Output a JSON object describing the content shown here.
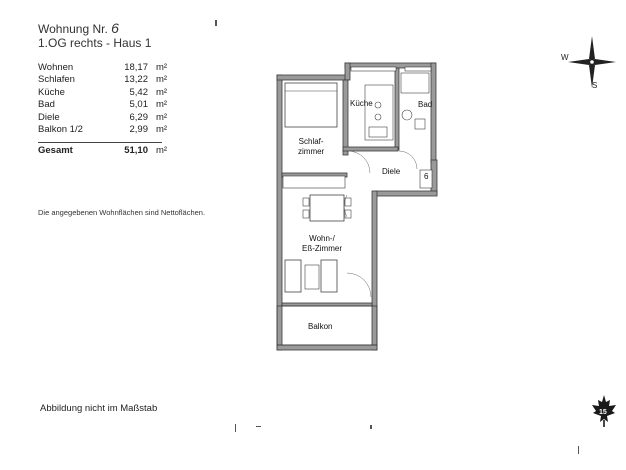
{
  "header": {
    "title_prefix": "Wohnung Nr.",
    "apartment_number": "6",
    "subtitle": "1.OG rechts - Haus 1"
  },
  "areas": [
    {
      "name": "Wohnen",
      "value": "18,17",
      "unit": "m²"
    },
    {
      "name": "Schlafen",
      "value": "13,22",
      "unit": "m²"
    },
    {
      "name": "Küche",
      "value": "5,42",
      "unit": "m²"
    },
    {
      "name": "Bad",
      "value": "5,01",
      "unit": "m²"
    },
    {
      "name": "Diele",
      "value": "6,29",
      "unit": "m²"
    },
    {
      "name": "Balkon 1/2",
      "value": "2,99",
      "unit": "m²"
    }
  ],
  "total": {
    "name": "Gesamt",
    "value": "51,10",
    "unit": "m²"
  },
  "note": "Die angegebenen Wohnflächen sind Nettoflächen.",
  "scale_note": "Abbildung nicht im Maßstab",
  "compass": {
    "west": "W",
    "south": "S"
  },
  "rooms": {
    "kueche": "Küche",
    "bad": "Bad",
    "schlafzimmer": "Schlaf-\nzimmer",
    "diele": "Diele",
    "diele_number": "6",
    "wohnzimmer": "Wohn-/\nEß-Zimmer",
    "balkon": "Balkon"
  },
  "logo": {
    "number": "15",
    "icon": "maple-leaf-icon"
  },
  "colors": {
    "wall": "#3a3a3a",
    "wall_fill": "#9a9a9a",
    "text": "#222222"
  }
}
